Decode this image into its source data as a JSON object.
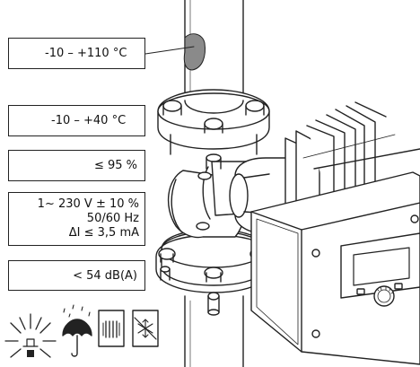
{
  "specs": {
    "fluid_temperature": {
      "icon": "thermometer-icon",
      "text": "-10 – +110 °C"
    },
    "ambient_temperature": {
      "icon": "house-thermometer-icon",
      "text": "-10 – +40 °C"
    },
    "humidity": {
      "icon": "house-humidity-icon",
      "text": "≤ 95 %"
    },
    "electrical": {
      "icon": "lightning-bolt-icon",
      "line1": "1~ 230 V ± 10 %",
      "line2": "50/60 Hz",
      "line3": "ΔI ≤ 3,5 mA"
    },
    "noise": {
      "icon": "sound-wave-icon",
      "text": "< 54 dB(A)"
    }
  },
  "bottom_symbols": [
    "sun-protection-icon",
    "rain-protection-icon",
    "radiator-icon",
    "no-frost-icon"
  ],
  "colors": {
    "line": "#222222",
    "background": "#ffffff",
    "spot": "#8a8a8a"
  }
}
